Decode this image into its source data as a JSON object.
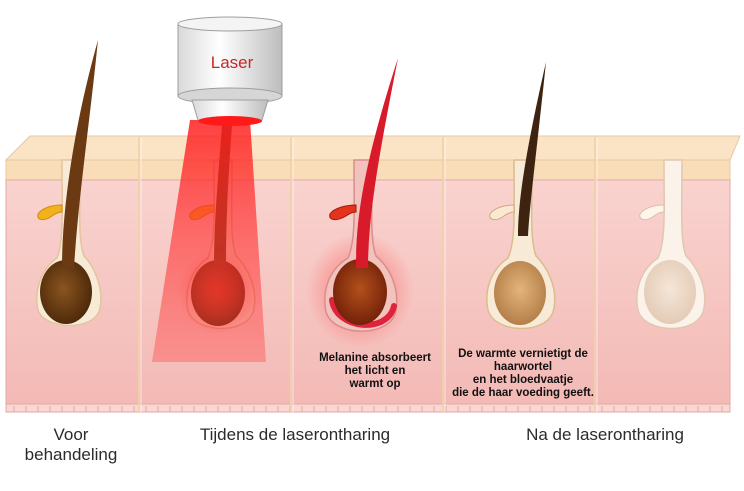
{
  "device": {
    "label": "Laser",
    "label_color": "#c62828"
  },
  "notes": {
    "melanine": [
      "Melanine absorbeert",
      "het licht en",
      "warmt op"
    ],
    "warmte": [
      "De warmte vernietigt de",
      "haarwortel",
      "en het bloedvaatje",
      "die de haar voeding geeft."
    ]
  },
  "captions": {
    "before": [
      "Voor",
      "behandeling"
    ],
    "during": "Tijdens de laserontharing",
    "after": "Na de laserontharing"
  },
  "stages": [
    {
      "name": "voor-behandeling",
      "state": "intact"
    },
    {
      "name": "tijdens-belichting",
      "state": "laser-beam"
    },
    {
      "name": "melanine-verwarmd",
      "state": "heated"
    },
    {
      "name": "haarwortel-vernietigd",
      "state": "damaged"
    },
    {
      "name": "follikel-leeg",
      "state": "empty"
    }
  ],
  "colors": {
    "skin_surface": "#f8ddb8",
    "skin_dermis": "#f6c4c0",
    "hair": "#6b3a12",
    "sebaceous_gland": "#f2b21b",
    "laser_red": "#e53935"
  }
}
